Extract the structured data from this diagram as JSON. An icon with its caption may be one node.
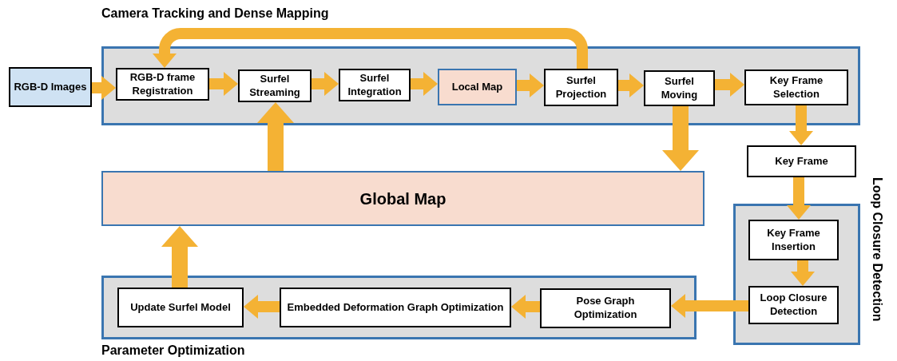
{
  "diagram": {
    "nodes": [
      {
        "text": [
          "RGB-D Images"
        ]
      },
      {
        "text": [
          "Camera Tracking and Dense Mapping"
        ]
      },
      {
        "text": [
          "RGB-D frame Registration"
        ],
        "in": 1
      },
      {
        "text": [
          "Surfel Streaming"
        ],
        "in": 1
      },
      {
        "text": [
          "Surfel Integration"
        ],
        "in": 1
      },
      {
        "text": [
          "Local Map"
        ],
        "in": 1
      },
      {
        "text": [
          "Surfel Projection"
        ],
        "in": 1
      },
      {
        "text": [
          "Surfel Moving"
        ],
        "in": 1
      },
      {
        "text": [
          "Key Frame Selection"
        ],
        "in": 1
      },
      {
        "text": [
          "Global Map"
        ]
      },
      {
        "text": [
          "Key Frame"
        ]
      },
      {
        "text": [
          "Loop Closure Detection"
        ]
      },
      {
        "text": [
          "Key Frame Insertion"
        ],
        "in": 11
      },
      {
        "text": [
          "Loop Closure Detection"
        ],
        "in": 11
      },
      {
        "text": [
          "Parameter Optimization"
        ]
      },
      {
        "text": [
          "Update Surfel Model"
        ],
        "in": 14
      },
      {
        "text": [
          "Embedded Deformation Graph Optimization"
        ],
        "in": 14
      },
      {
        "text": [
          "Pose Graph Optimization"
        ],
        "in": 14
      }
    ],
    "edges": [
      {
        "from": 0,
        "to": 2,
        "arrow": "to"
      },
      {
        "from": 2,
        "to": 3,
        "arrow": "to"
      },
      {
        "from": 3,
        "to": 4,
        "arrow": "to"
      },
      {
        "from": 4,
        "to": 5,
        "arrow": "to"
      },
      {
        "from": 5,
        "to": 6,
        "arrow": "to"
      },
      {
        "from": 6,
        "to": 7,
        "arrow": "to"
      },
      {
        "from": 7,
        "to": 8,
        "arrow": "to"
      },
      {
        "from": 6,
        "to": 2,
        "arrow": "to"
      },
      {
        "from": 9,
        "to": 3,
        "arrow": "to"
      },
      {
        "from": 7,
        "to": 9,
        "arrow": "to"
      },
      {
        "from": 8,
        "to": 10,
        "arrow": "to"
      },
      {
        "from": 10,
        "to": 12,
        "arrow": "to"
      },
      {
        "from": 12,
        "to": 13,
        "arrow": "to"
      },
      {
        "from": 13,
        "to": 17,
        "arrow": "to"
      },
      {
        "from": 17,
        "to": 16,
        "arrow": "to"
      },
      {
        "from": 16,
        "to": 15,
        "arrow": "to"
      },
      {
        "from": 15,
        "to": 9,
        "arrow": "to"
      }
    ]
  }
}
